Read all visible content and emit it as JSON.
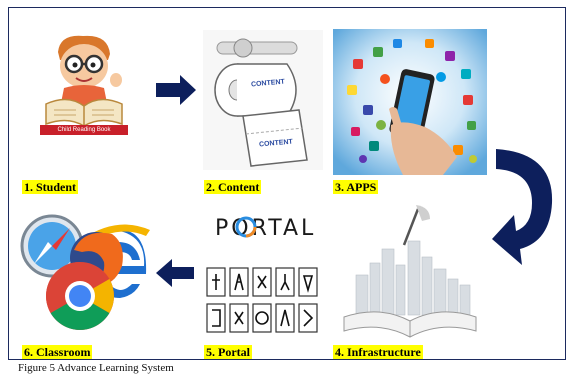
{
  "figure": {
    "caption": "Figure 5 Advance Learning System"
  },
  "steps": [
    {
      "label": "1. Student"
    },
    {
      "label": "2. Content"
    },
    {
      "label": "3. APPS"
    },
    {
      "label": "4. Infrastructure"
    },
    {
      "label": "5. Portal"
    },
    {
      "label": "6. Classroom"
    }
  ],
  "illustrations": {
    "book_caption": "Child Reading Book",
    "content_word_1": "CONTENT",
    "content_word_2": "CONTENT",
    "portal_word": "PORTAL"
  },
  "colors": {
    "arrow": "#0d1f5c",
    "label_bg": "#ffff00",
    "frame": "#1c2a5e"
  }
}
